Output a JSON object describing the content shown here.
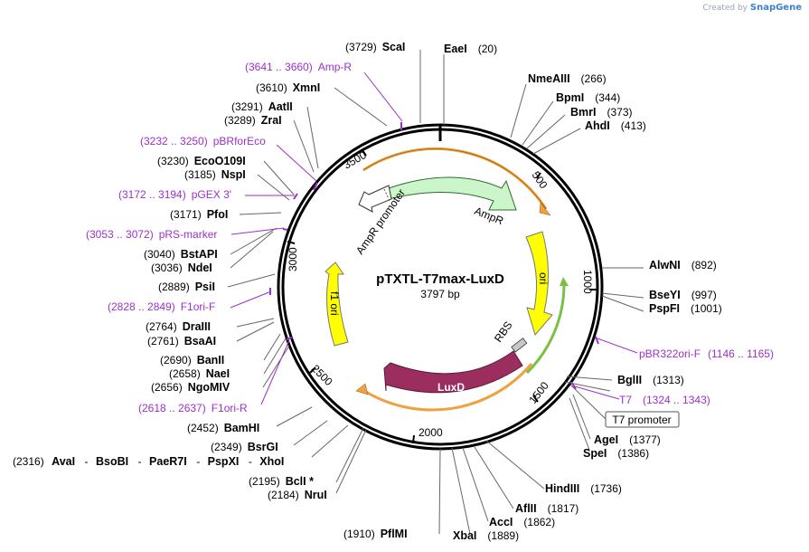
{
  "credit": {
    "prefix": "Created by",
    "brand": "SnapGene"
  },
  "plasmid": {
    "name": "pTXTL-T7max-LuxD",
    "size_label": "3797 bp"
  },
  "ticks": [
    "500",
    "1000",
    "1500",
    "2000",
    "2500",
    "3000",
    "3500"
  ],
  "features": {
    "ampr": "AmpR",
    "ampr_promoter": "AmpR promoter",
    "ori": "ori",
    "f1ori": "f1 ori",
    "luxd": "LuxD",
    "rbs": "RBS",
    "t7_promoter": "T7 promoter"
  },
  "labels": [
    {
      "pos": "(3729)",
      "name": "ScaI"
    },
    {
      "pos": "(20)",
      "name": "EaeI"
    },
    {
      "pos": "(266)",
      "name": "NmeAIII"
    },
    {
      "pos": "(344)",
      "name": "BpmI"
    },
    {
      "pos": "(373)",
      "name": "BmrI"
    },
    {
      "pos": "(413)",
      "name": "AhdI"
    },
    {
      "pos": "(892)",
      "name": "AlwNI"
    },
    {
      "pos": "(997)",
      "name": "BseYI"
    },
    {
      "pos": "(1001)",
      "name": "PspFI"
    },
    {
      "pos": "(1313)",
      "name": "BglII"
    },
    {
      "pos": "(1377)",
      "name": "AgeI"
    },
    {
      "pos": "(1386)",
      "name": "SpeI"
    },
    {
      "pos": "(1736)",
      "name": "HindIII"
    },
    {
      "pos": "(1817)",
      "name": "AflII"
    },
    {
      "pos": "(1862)",
      "name": "AccI"
    },
    {
      "pos": "(1889)",
      "name": "XbaI"
    },
    {
      "pos": "(1910)",
      "name": "PflMI"
    },
    {
      "pos": "(2184)",
      "name": "NruI"
    },
    {
      "pos": "(2195)",
      "name": "BclI *"
    },
    {
      "pos": "(2349)",
      "name": "BsrGI"
    },
    {
      "pos": "(2452)",
      "name": "BamHI"
    },
    {
      "pos": "(2656)",
      "name": "NgoMIV"
    },
    {
      "pos": "(2658)",
      "name": "NaeI"
    },
    {
      "pos": "(2690)",
      "name": "BanII"
    },
    {
      "pos": "(2761)",
      "name": "BsaAI"
    },
    {
      "pos": "(2764)",
      "name": "DraIII"
    },
    {
      "pos": "(2889)",
      "name": "PsiI"
    },
    {
      "pos": "(3036)",
      "name": "NdeI"
    },
    {
      "pos": "(3040)",
      "name": "BstAPI"
    },
    {
      "pos": "(3171)",
      "name": "PfoI"
    },
    {
      "pos": "(3185)",
      "name": "NspI"
    },
    {
      "pos": "(3230)",
      "name": "EcoO109I"
    },
    {
      "pos": "(3289)",
      "name": "ZraI"
    },
    {
      "pos": "(3291)",
      "name": "AatII"
    },
    {
      "pos": "(3610)",
      "name": "XmnI"
    }
  ],
  "multi_site": {
    "pos": "(2316)",
    "names": [
      "AvaI",
      "BsoBI",
      "PaeR7I",
      "PspXI",
      "XhoI"
    ],
    "sep": "-"
  },
  "primers": [
    {
      "range": "(3641 .. 3660)",
      "name": "Amp-R"
    },
    {
      "range": "(3232 .. 3250)",
      "name": "pBRforEco"
    },
    {
      "range": "(3172 .. 3194)",
      "name": "pGEX 3'"
    },
    {
      "range": "(3053 .. 3072)",
      "name": "pRS-marker"
    },
    {
      "range": "(2828 .. 2849)",
      "name": "F1ori-F"
    },
    {
      "range": "(2618 .. 2637)",
      "name": "F1ori-R"
    },
    {
      "range": "(1146 .. 1165)",
      "name": "pBR322ori-F"
    },
    {
      "range": "(1324 .. 1343)",
      "name": "T7"
    }
  ],
  "colors": {
    "ampr": "#ccf5cc",
    "ori": "#ffff00",
    "f1ori": "#ffff00",
    "luxd": "#9b2d5f",
    "orange_arc": "#f0a040",
    "green_arc": "#7ac043",
    "primer": "#9d30c8"
  }
}
